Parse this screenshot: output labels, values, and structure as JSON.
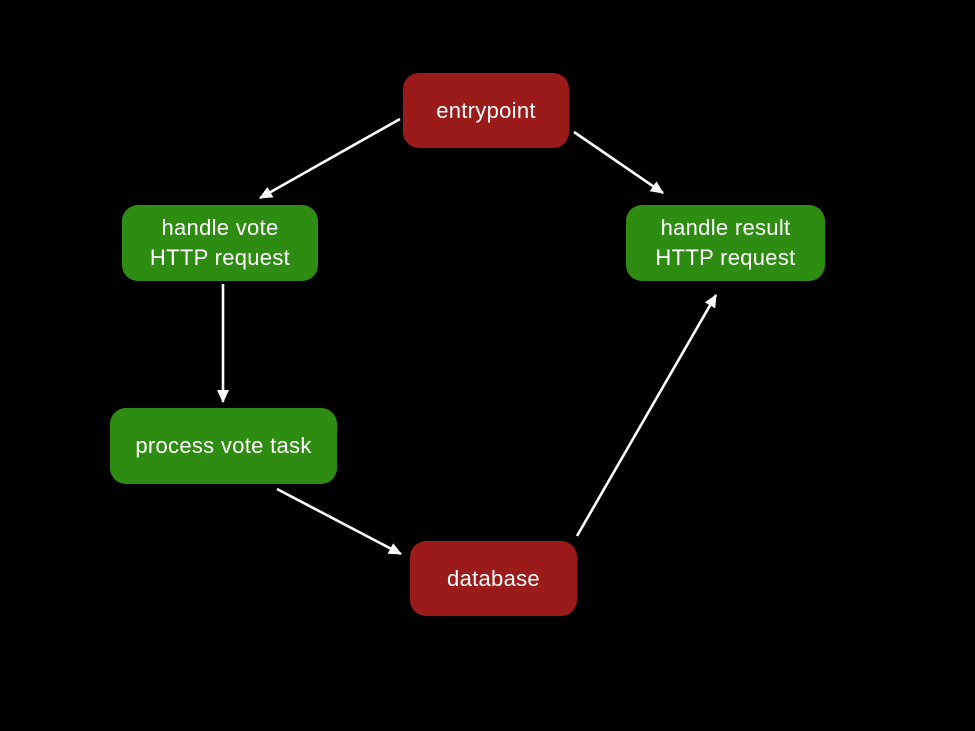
{
  "diagram": {
    "background_color": "#000000",
    "arrow_color": "#ffffff",
    "node_colors": {
      "red": "#9b1b1b",
      "green": "#2f8c12"
    },
    "text_color": "#ffffff",
    "nodes": [
      {
        "id": "entrypoint",
        "color": "red",
        "lines": [
          "entrypoint"
        ]
      },
      {
        "id": "handle-vote",
        "color": "green",
        "lines": [
          "handle vote",
          "HTTP request"
        ]
      },
      {
        "id": "handle-result",
        "color": "green",
        "lines": [
          "handle result",
          "HTTP request"
        ]
      },
      {
        "id": "process-vote-task",
        "color": "green",
        "lines": [
          "process vote task"
        ]
      },
      {
        "id": "database",
        "color": "red",
        "lines": [
          "database"
        ]
      }
    ],
    "edges": [
      {
        "from": "entrypoint",
        "to": "handle-vote"
      },
      {
        "from": "entrypoint",
        "to": "handle-result"
      },
      {
        "from": "handle-vote",
        "to": "process-vote-task"
      },
      {
        "from": "process-vote-task",
        "to": "database"
      },
      {
        "from": "database",
        "to": "handle-result"
      }
    ]
  }
}
